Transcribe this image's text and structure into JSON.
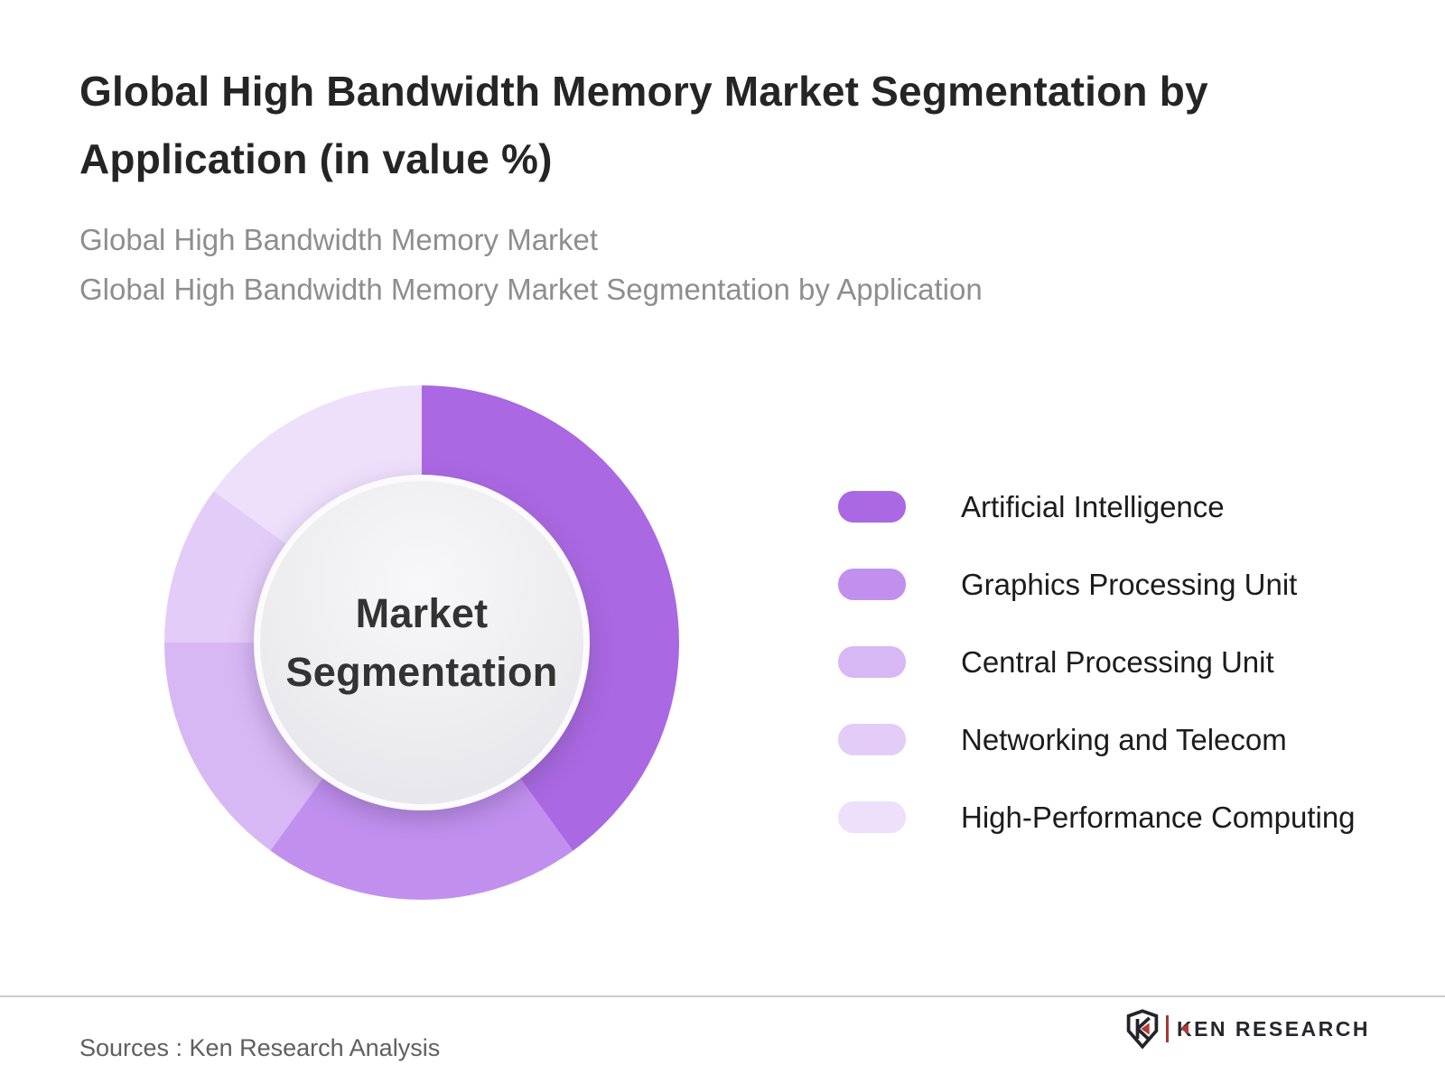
{
  "header": {
    "title": "Global High Bandwidth Memory Market Segmentation by Application (in value %)",
    "subtitle_line1": "Global High Bandwidth Memory Market",
    "subtitle_line2": "Global High Bandwidth Memory Market Segmentation by Application"
  },
  "chart_data": {
    "type": "pie",
    "subtype": "donut",
    "center_label": {
      "line1": "Market",
      "line2": "Segmentation"
    },
    "legend_position": "right",
    "start_angle_deg": 0,
    "segments": [
      {
        "label": "Artificial Intelligence",
        "value": 40,
        "color": "#aa68e2"
      },
      {
        "label": "Graphics Processing Unit",
        "value": 20,
        "color": "#c190ef"
      },
      {
        "label": "Central Processing Unit",
        "value": 15,
        "color": "#d7b7f4"
      },
      {
        "label": "Networking and Telecom",
        "value": 10,
        "color": "#e3ccf8"
      },
      {
        "label": "High-Performance Computing",
        "value": 15,
        "color": "#eedffb"
      }
    ]
  },
  "footer": {
    "sources": "Sources : Ken Research Analysis",
    "logo_text": "KEN RESEARCH"
  },
  "colors": {
    "background": "#ffffff",
    "title_text": "#252525",
    "subtitle_text": "#8e8e8e",
    "legend_text": "#1c1c1c",
    "divider": "#cbcbcb",
    "sources_text": "#5f5f5f",
    "brand_red": "#b23b38",
    "brand_dark": "#26262e"
  }
}
